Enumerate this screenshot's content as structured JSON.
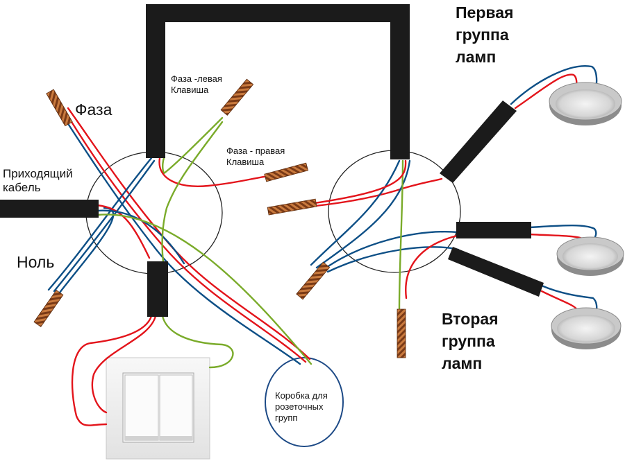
{
  "labels": {
    "phase": "Фаза",
    "neutral": "Ноль",
    "incoming_cable": "Приходящий\nкабель",
    "phase_left_key": "Фаза -левая\nКлавиша",
    "phase_right_key": "Фаза - правая\nКлавиша",
    "first_group": "Первая\nгруппа\nламп",
    "second_group": "Вторая\nгруппа\nламп",
    "socket_box": "Коробка для\nрозеточных\nгрупп"
  },
  "colors": {
    "phase_wire": "#e3141b",
    "neutral_wire": "#0d4f86",
    "switched_wire": "#7aab2a",
    "cable_jacket": "#1b1b1b",
    "twist_copper": "#b5652f",
    "box_outline": "#222222",
    "socket_box_outline": "#1d4a86"
  }
}
